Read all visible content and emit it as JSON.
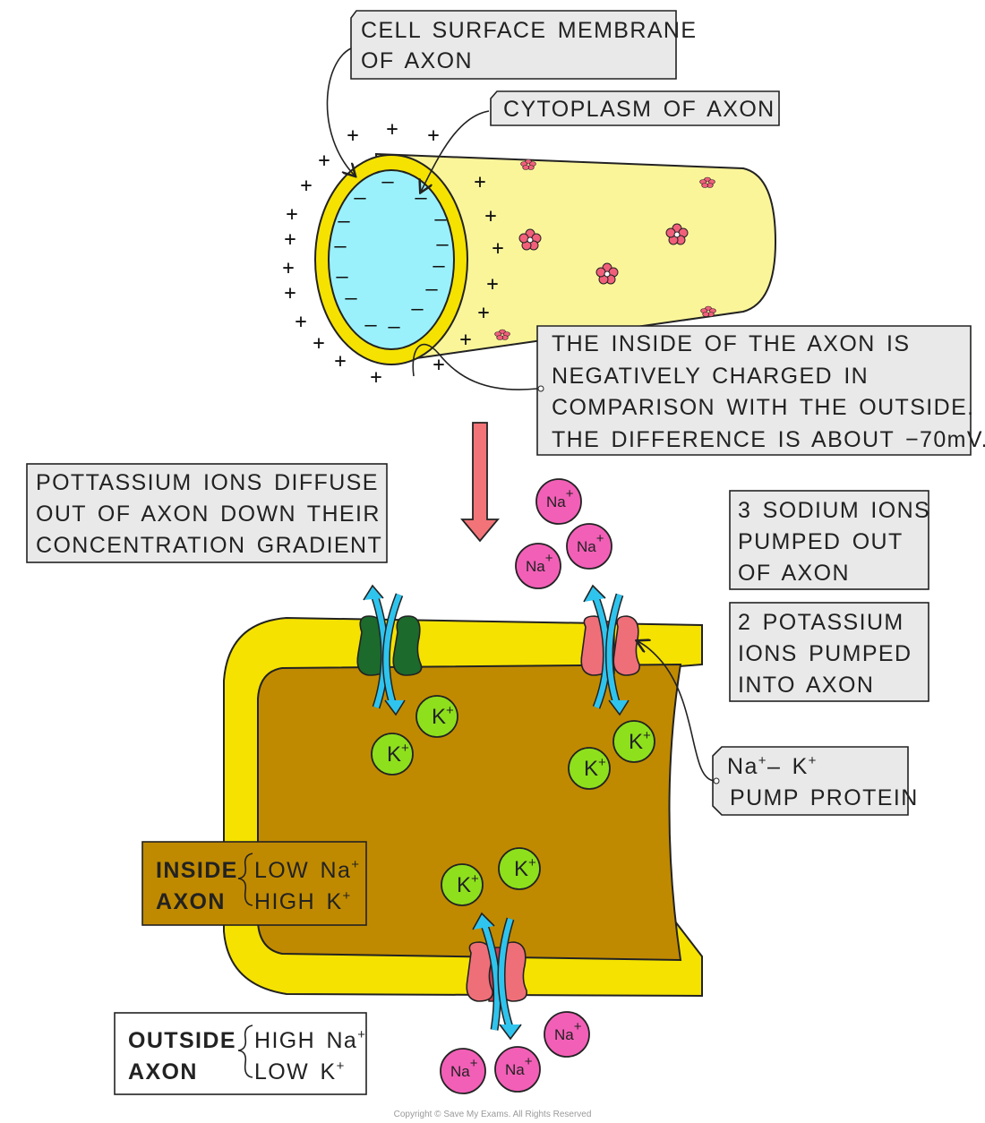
{
  "labels": {
    "cell_membrane": [
      "CELL SURFACE MEMBRANE",
      "OF AXON"
    ],
    "cytoplasm": "CYTOPLASM OF AXON",
    "inside_negative": [
      "THE INSIDE OF THE AXON IS",
      "NEGATIVELY CHARGED IN",
      "COMPARISON WITH THE OUTSIDE.",
      "THE DIFFERENCE IS ABOUT −70mV."
    ],
    "potassium_diffuse": [
      "POTTASSIUM IONS DIFFUSE",
      "OUT OF AXON DOWN THEIR",
      "CONCENTRATION GRADIENT"
    ],
    "sodium_out": [
      "3 SODIUM IONS",
      "PUMPED OUT",
      "OF AXON"
    ],
    "potassium_in": [
      "2 POTASSIUM",
      "IONS PUMPED",
      "INTO AXON"
    ],
    "pump_protein": {
      "na": "Na",
      "dash": "– K",
      "plus": "+",
      "line2": "PUMP PROTEIN"
    },
    "inside_axon": {
      "title": [
        "INSIDE",
        "AXON"
      ],
      "rows": [
        {
          "text": "LOW Na",
          "sup": "+"
        },
        {
          "text": "HIGH K",
          "sup": "+"
        }
      ]
    },
    "outside_axon": {
      "title": [
        "OUTSIDE",
        "AXON"
      ],
      "rows": [
        {
          "text": "HIGH Na",
          "sup": "+"
        },
        {
          "text": "LOW K",
          "sup": "+"
        }
      ]
    }
  },
  "ions": {
    "sodium": {
      "symbol": "Na",
      "charge": "+"
    },
    "potassium": {
      "symbol": "K",
      "charge": "+"
    }
  },
  "copyright": "Copyright © Save My Exams. All Rights Reserved",
  "colors": {
    "membrane": "#f5e200",
    "cytoplasm_outer": "#fbf59a",
    "cytoplasm_cross_section": "#9af1fb",
    "axon_interior": "#c08a00",
    "sodium_ion": "#f25fb7",
    "potassium_ion": "#8ee01c",
    "channel_protein": "#1c6a2c",
    "pump_protein": "#ef6f79",
    "arrow_cyan": "#2fc4ee",
    "big_arrow": "#f27378",
    "label_box": "#e9e9e9"
  }
}
